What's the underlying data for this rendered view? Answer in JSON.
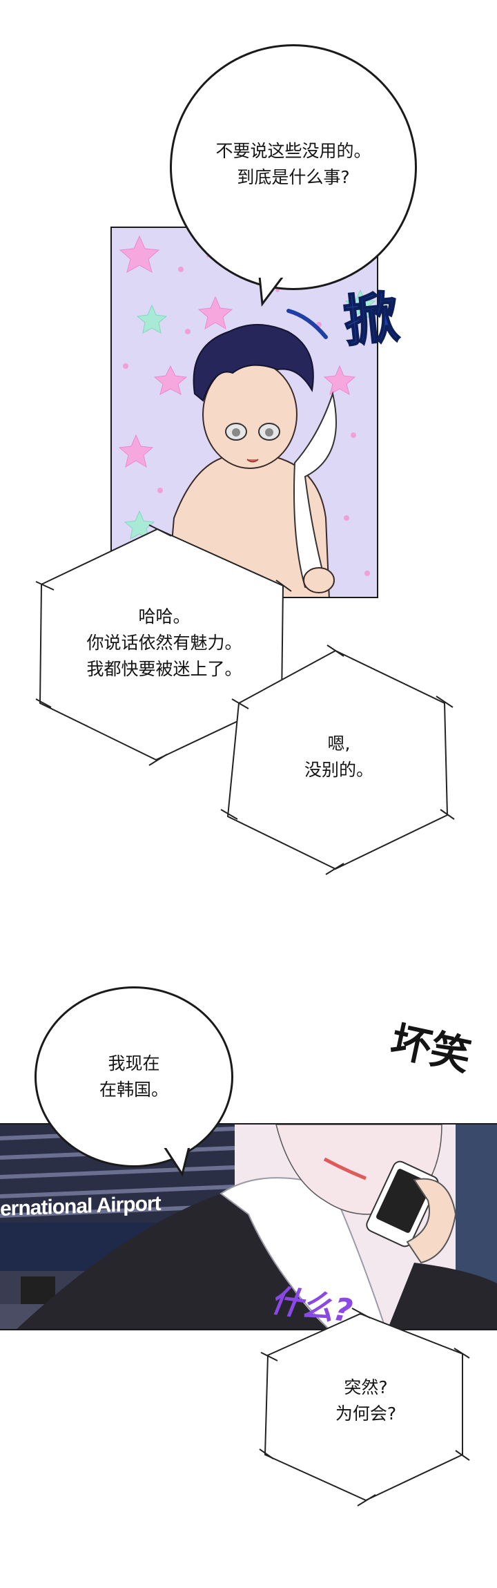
{
  "bubbles": {
    "b1": "不要说这些没用的。\n到底是什么事?",
    "b2": "哈哈。\n你说话依然有魅力。\n我都快要被迷上了。",
    "b3": "嗯,\n没别的。",
    "b4": "我现在\n在韩国。",
    "b5": "突然?\n为何会?"
  },
  "sfx": {
    "throw": "掀",
    "smirk": "坏笑",
    "what": "什么?"
  },
  "sign": {
    "airport": "ernational Airport"
  },
  "colors": {
    "star_bg": "#dcd8f6",
    "hair": "#26265a",
    "skin": "#f6d9c7",
    "sfx_blue": "#1e3fa6",
    "sfx_purple": "#8a48e6",
    "suit": "#27262c"
  }
}
